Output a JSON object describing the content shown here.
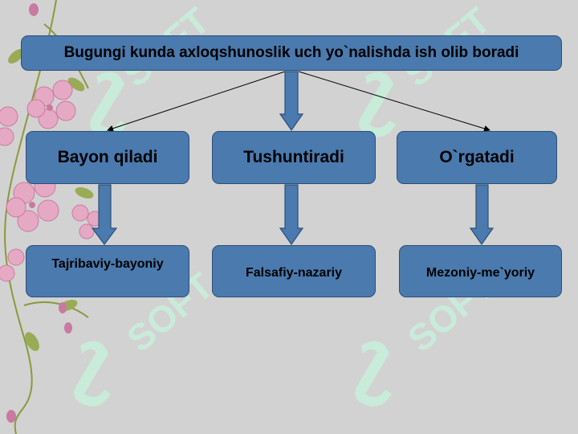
{
  "diagram": {
    "title": "Bugungi kunda axloqshunoslik uch yo`nalishda ish olib boradi",
    "level1": [
      "Bayon qiladi",
      "Tushuntiradi",
      "O`rgatadi"
    ],
    "level2": [
      "Tajribaviy-bayoniy",
      "Falsafiy-nazariy",
      "Mezoniy-me`yoriy"
    ]
  },
  "watermark": {
    "text": "SOFT"
  },
  "colors": {
    "box": "#4a7aae",
    "box_border": "#2c4f78",
    "background": "#d2d2d2",
    "watermark": "#c8f0dc"
  }
}
